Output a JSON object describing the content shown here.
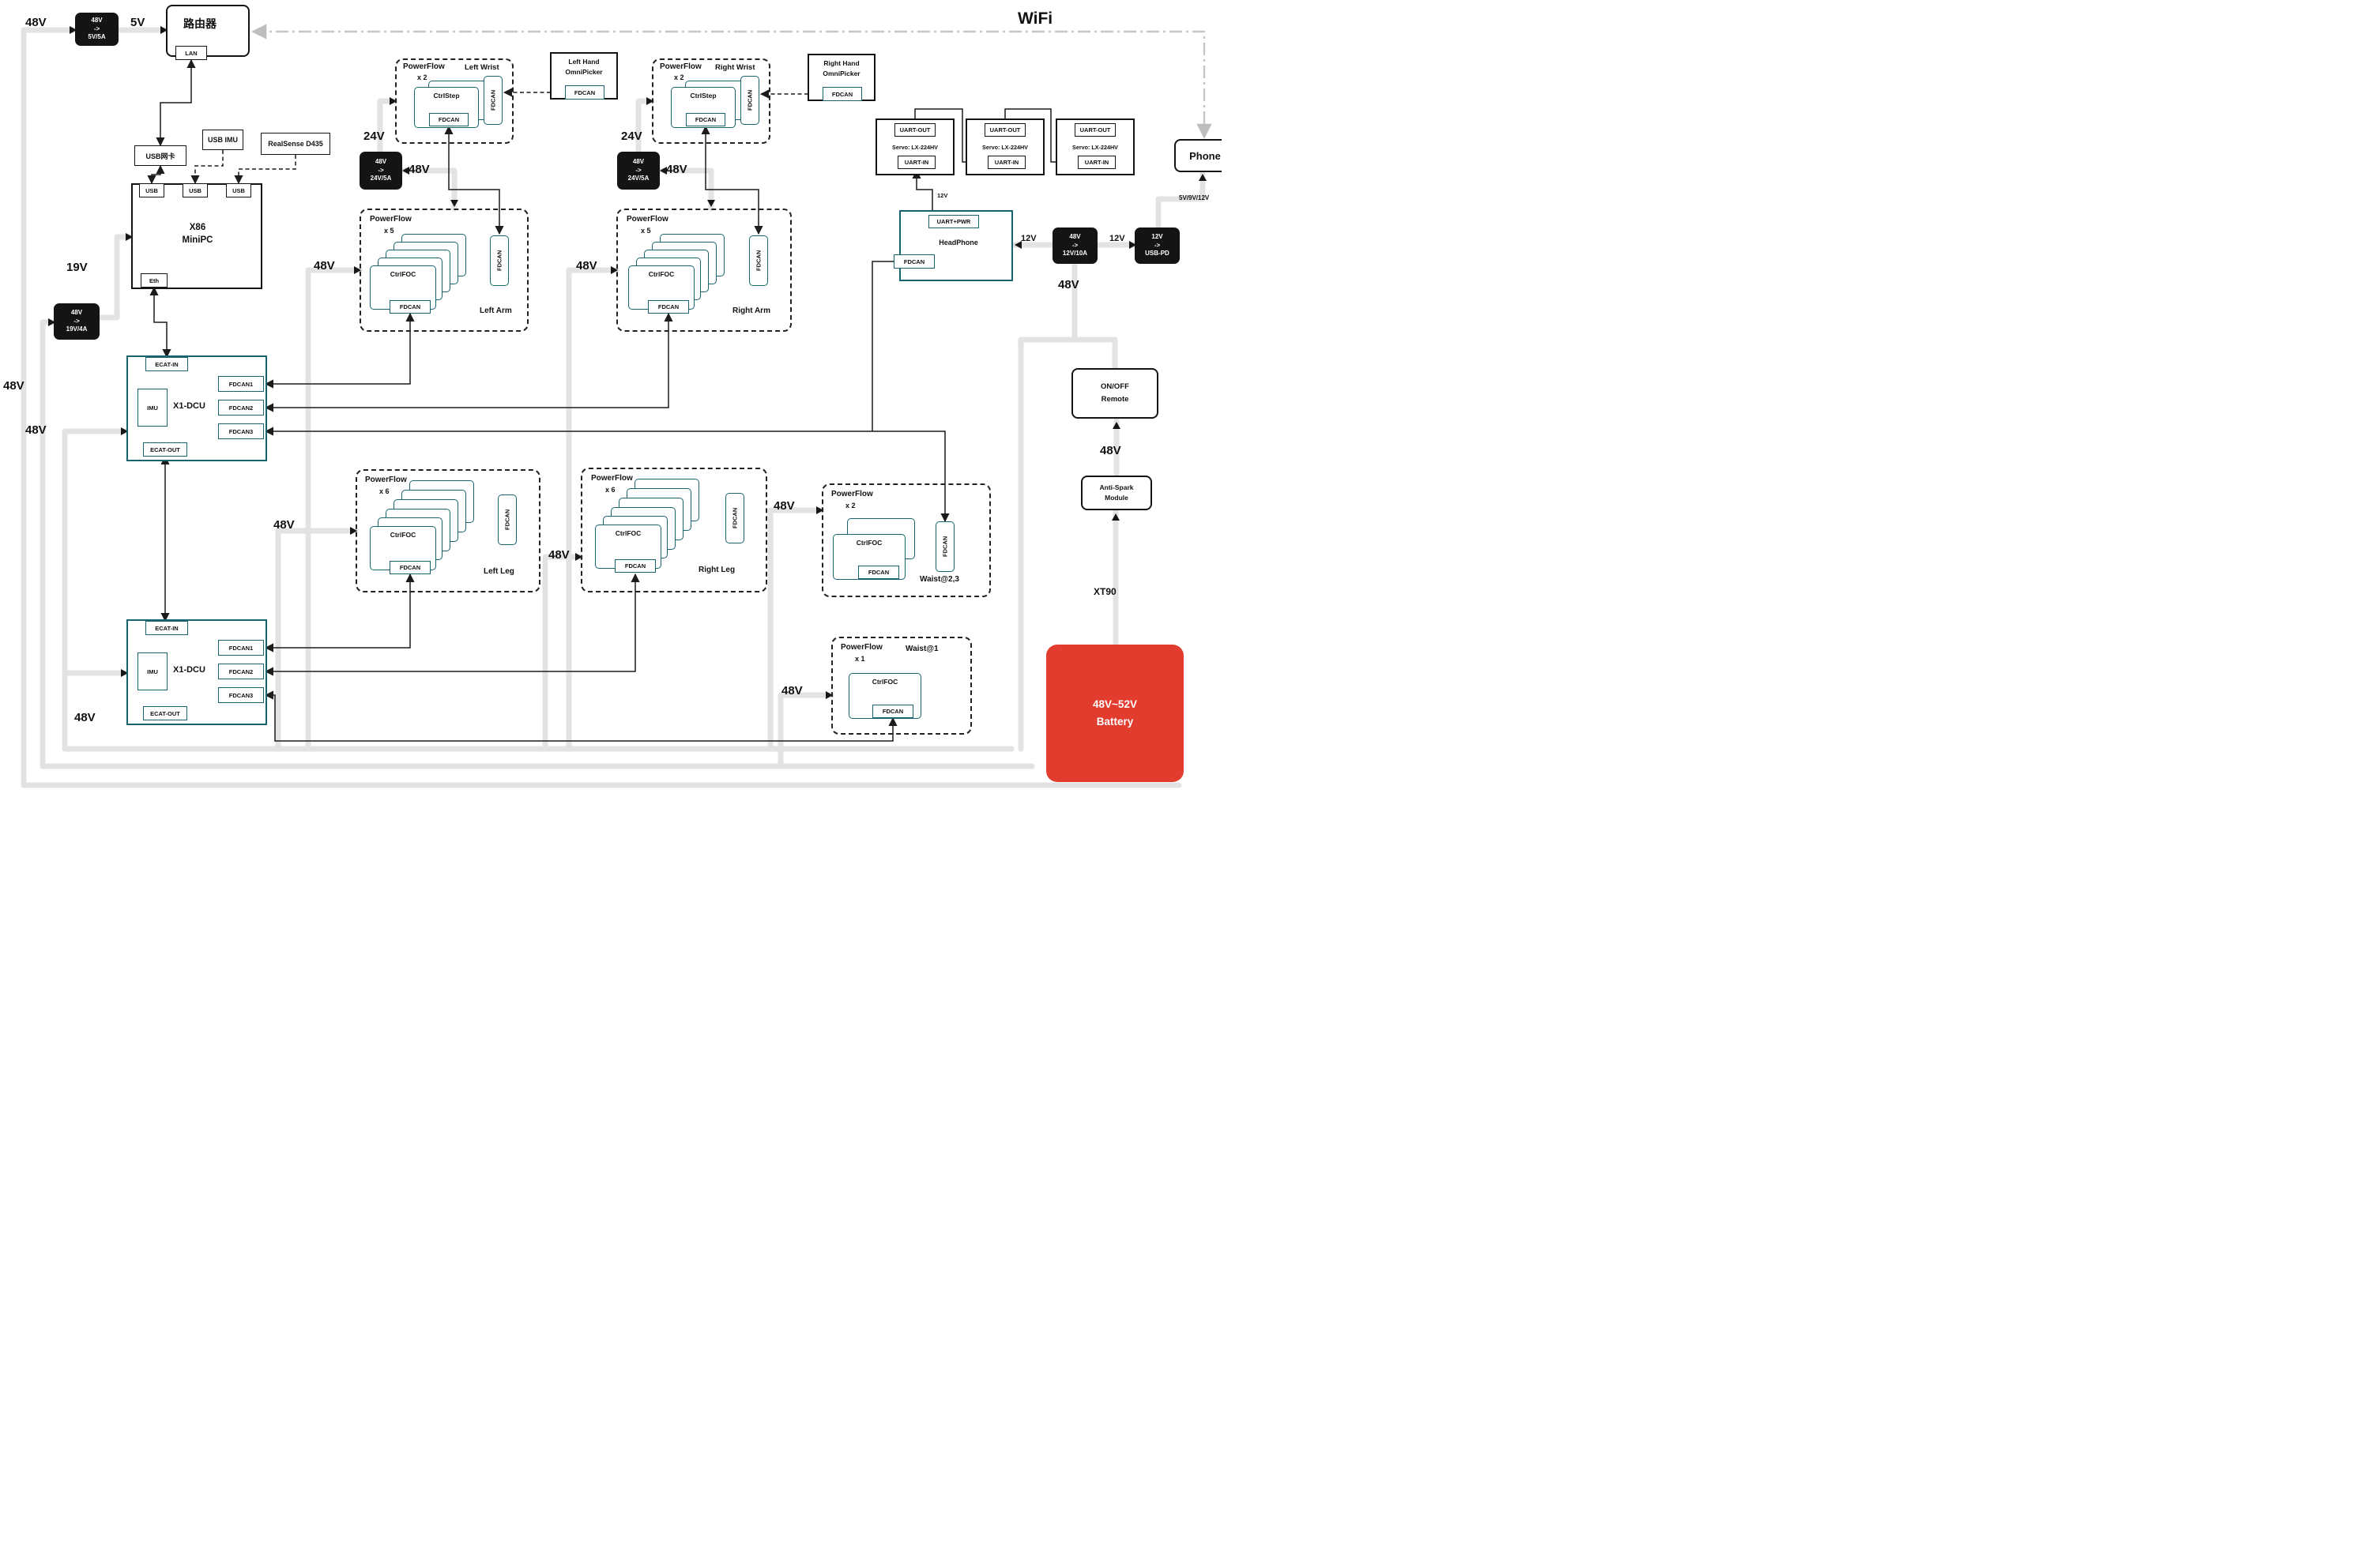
{
  "volts": {
    "v48": "48V",
    "v24": "24V",
    "v19": "19V",
    "v12": "12V",
    "v5": "5V",
    "v5912": "5V/9V/12V",
    "wifi": "WiFi",
    "xt90": "XT90"
  },
  "converters": {
    "to5v": {
      "in": "48V",
      "arrow": "->",
      "out": "5V/5A"
    },
    "to19v": {
      "in": "48V",
      "arrow": "->",
      "out": "19V/4A"
    },
    "to24v_left": {
      "in": "48V",
      "arrow": "->",
      "out": "24V/5A"
    },
    "to24v_right": {
      "in": "48V",
      "arrow": "->",
      "out": "24V/5A"
    },
    "to12v": {
      "in": "48V",
      "arrow": "->",
      "out": "12V/10A"
    },
    "usb_pd": {
      "in": "12V",
      "arrow": "->",
      "out": "USB-PD"
    }
  },
  "router": {
    "title": "路由器",
    "lan": "LAN"
  },
  "pc": {
    "line1": "X86",
    "line2": "MiniPC",
    "usb": "USB",
    "eth": "Eth"
  },
  "peripherals": {
    "usb_nic": "USB网卡",
    "usb_imu": "USB IMU",
    "realsense": "RealSense D435"
  },
  "dcu": {
    "title": "X1-DCU",
    "ecat_in": "ECAT-IN",
    "ecat_out": "ECAT-OUT",
    "imu": "IMU",
    "fdcan1": "FDCAN1",
    "fdcan2": "FDCAN2",
    "fdcan3": "FDCAN3"
  },
  "powerflow": {
    "title": "PowerFlow",
    "count_x1": "x 1",
    "count_x2": "x 2",
    "count_x5": "x 5",
    "count_x6": "x 6",
    "ctrl_step": "CtrlStep",
    "ctrl_foc": "CtrlFOC",
    "fdcan": "FDCAN",
    "left_wrist": "Left Wrist",
    "right_wrist": "Right Wrist",
    "left_arm": "Left Arm",
    "right_arm": "Right Arm",
    "left_leg": "Left Leg",
    "right_leg": "Right Leg",
    "waist_23": "Waist@2,3",
    "waist_1": "Waist@1"
  },
  "hands": {
    "left_line1": "Left Hand",
    "right_line1": "Right Hand",
    "line2": "OmniPicker",
    "fdcan": "FDCAN"
  },
  "servos": {
    "uart_out": "UART-OUT",
    "name": "Servo: LX-224HV",
    "uart_in": "UART-IN"
  },
  "headphone": {
    "uart_pwr": "UART+PWR",
    "title": "HeadPhone",
    "fdcan": "FDCAN"
  },
  "right_rail": {
    "phone": "Phone",
    "phone_supply": "5V/9V/12V",
    "onoff_line1": "ON/OFF",
    "onoff_line2": "Remote",
    "spark_line1": "Anti-Spark",
    "spark_line2": "Module",
    "battery_line1": "48V~52V",
    "battery_line2": "Battery"
  },
  "colors": {
    "teal": "#17646e",
    "battery_red": "#e23c2e",
    "power_line": "#e3e3e3",
    "data_line": "#1c1c1c"
  }
}
